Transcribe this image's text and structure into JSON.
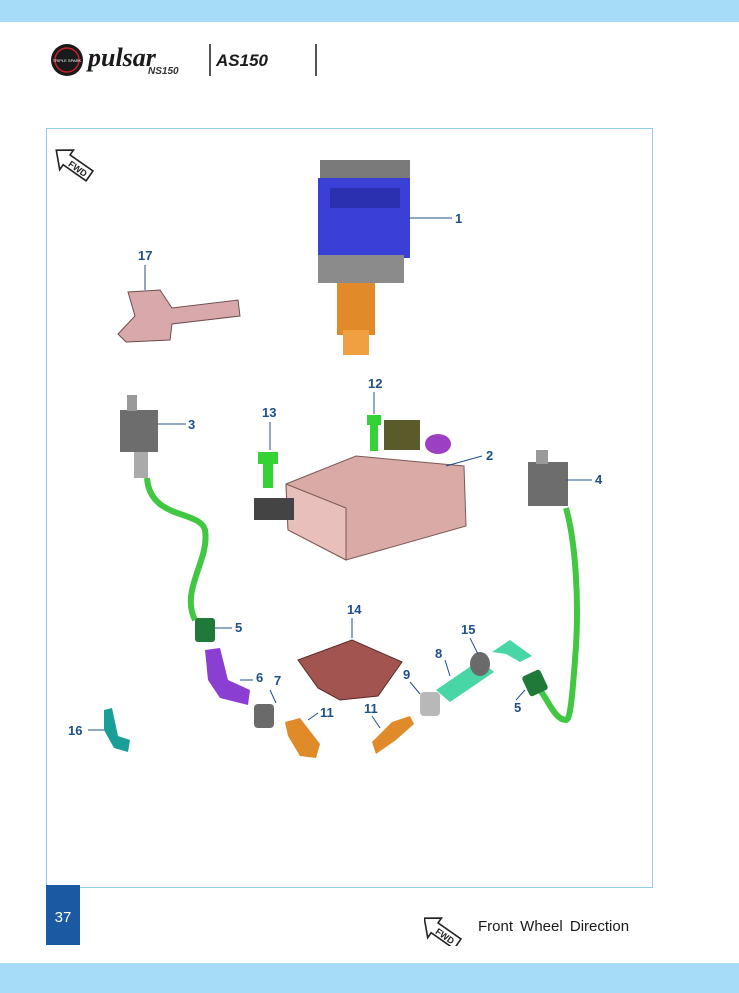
{
  "brand": {
    "badge_text": "TRIPLE SPARK",
    "model_name": "pulsar",
    "model_variant": "NS150",
    "second_model": "AS150"
  },
  "diagram": {
    "fwd_marker": "FWD",
    "callouts": [
      "1",
      "2",
      "3",
      "4",
      "5",
      "6",
      "7",
      "8",
      "9",
      "11",
      "11",
      "12",
      "13",
      "14",
      "15",
      "16",
      "17",
      "5"
    ]
  },
  "footer": {
    "page_number": "37",
    "fwd_marker": "FWD",
    "fwd_text": "Front Wheel Direction"
  },
  "colors": {
    "band": "#a6dcf5",
    "page_number_bg": "#1b5aa3",
    "callout_text": "#1d4f8a"
  }
}
